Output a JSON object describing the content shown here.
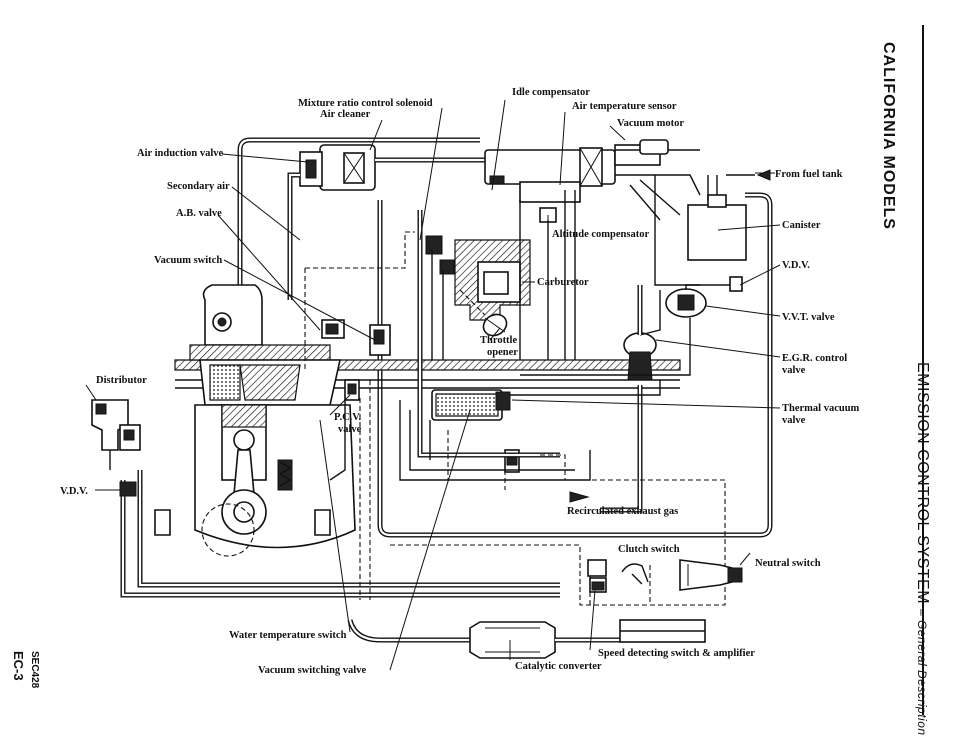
{
  "page": {
    "side_title": "CALIFORNIA MODELS",
    "section_title": "EMISSION CONTROL SYSTEM",
    "section_subtitle": "– General Description",
    "figure_code": "SEC428",
    "page_number": "EC-3"
  },
  "labels": {
    "idle_compensator": "Idle compensator",
    "mixture_ratio_solenoid": "Mixture ratio control solenoid",
    "air_temperature_sensor": "Air temperature sensor",
    "air_cleaner": "Air cleaner",
    "vacuum_motor": "Vacuum motor",
    "air_induction_valve": "Air induction valve",
    "from_fuel_tank": "From fuel tank",
    "secondary_air": "Secondary air",
    "ab_valve": "A.B. valve",
    "canister": "Canister",
    "altitude_compensator": "Altitude compensator",
    "vacuum_switch": "Vacuum switch",
    "vdv_right": "V.D.V.",
    "carburetor": "Carburetor",
    "vvt_valve": "V.V.T. valve",
    "throttle_opener_1": "Throttle",
    "throttle_opener_2": "opener",
    "egr_control_1": "E.G.R. control",
    "egr_control_2": "valve",
    "distributor": "Distributor",
    "pcv_1": "P.C.V.",
    "pcv_2": "valve",
    "thermal_vacuum_1": "Thermal vacuum",
    "thermal_vacuum_2": "valve",
    "vdv_left": "V.D.V.",
    "recirculated_exhaust": "Recirculated exhaust gas",
    "clutch_switch": "Clutch switch",
    "neutral_switch": "Neutral switch",
    "water_temp_switch": "Water temperature switch",
    "speed_detecting": "Speed detecting switch & amplifier",
    "vacuum_switching_valve": "Vacuum switching valve",
    "catalytic_converter": "Catalytic converter"
  },
  "icons": {
    "arrow": "arrow-left-icon"
  }
}
